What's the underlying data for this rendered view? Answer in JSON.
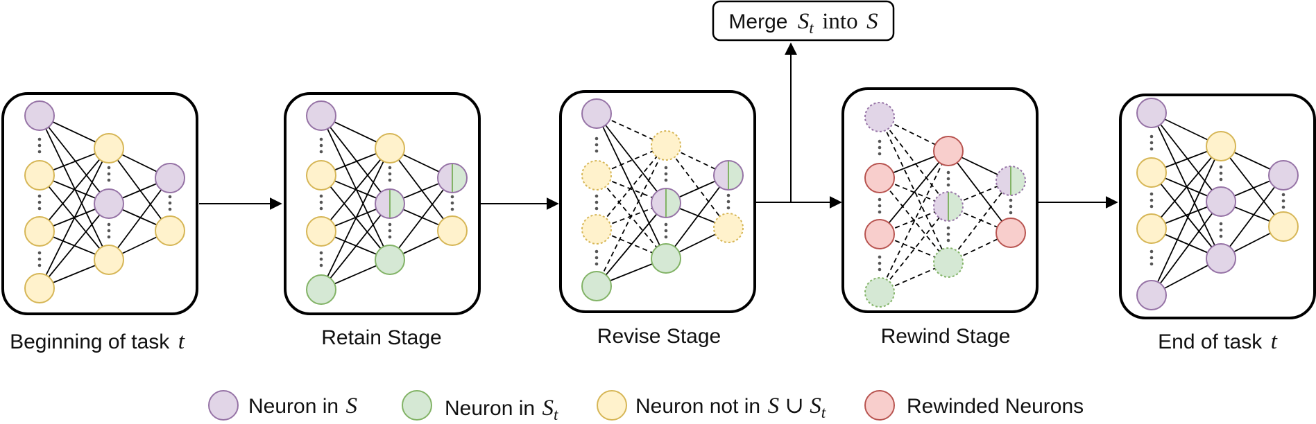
{
  "colors": {
    "purple": "#e1d5e7",
    "purple_stroke": "#9673a6",
    "green": "#d5e8d4",
    "green_stroke": "#82b366",
    "yellow": "#fff2cc",
    "yellow_stroke": "#d6b656",
    "red": "#f8cecc",
    "red_stroke": "#b85450"
  },
  "stages": [
    {
      "label": "Beginning of task",
      "var": "t"
    },
    {
      "label": "Retain Stage",
      "var": ""
    },
    {
      "label": "Revise Stage",
      "var": ""
    },
    {
      "label": "Rewind Stage",
      "var": ""
    },
    {
      "label": "End of task",
      "var": "t"
    }
  ],
  "merge": {
    "prefix": "Merge",
    "S": "S",
    "sub": "t",
    "into": "into",
    "target": "S"
  },
  "legend": [
    {
      "label": "Neuron in",
      "math": "S",
      "sub": "",
      "color": "purple"
    },
    {
      "label": "Neuron in",
      "math": "S",
      "sub": "t",
      "color": "green"
    },
    {
      "label": "Neuron not in",
      "math": "S ∪ S",
      "sub": "t",
      "color": "yellow"
    },
    {
      "label": "Rewinded Neurons",
      "math": "",
      "sub": "",
      "color": "red"
    }
  ]
}
